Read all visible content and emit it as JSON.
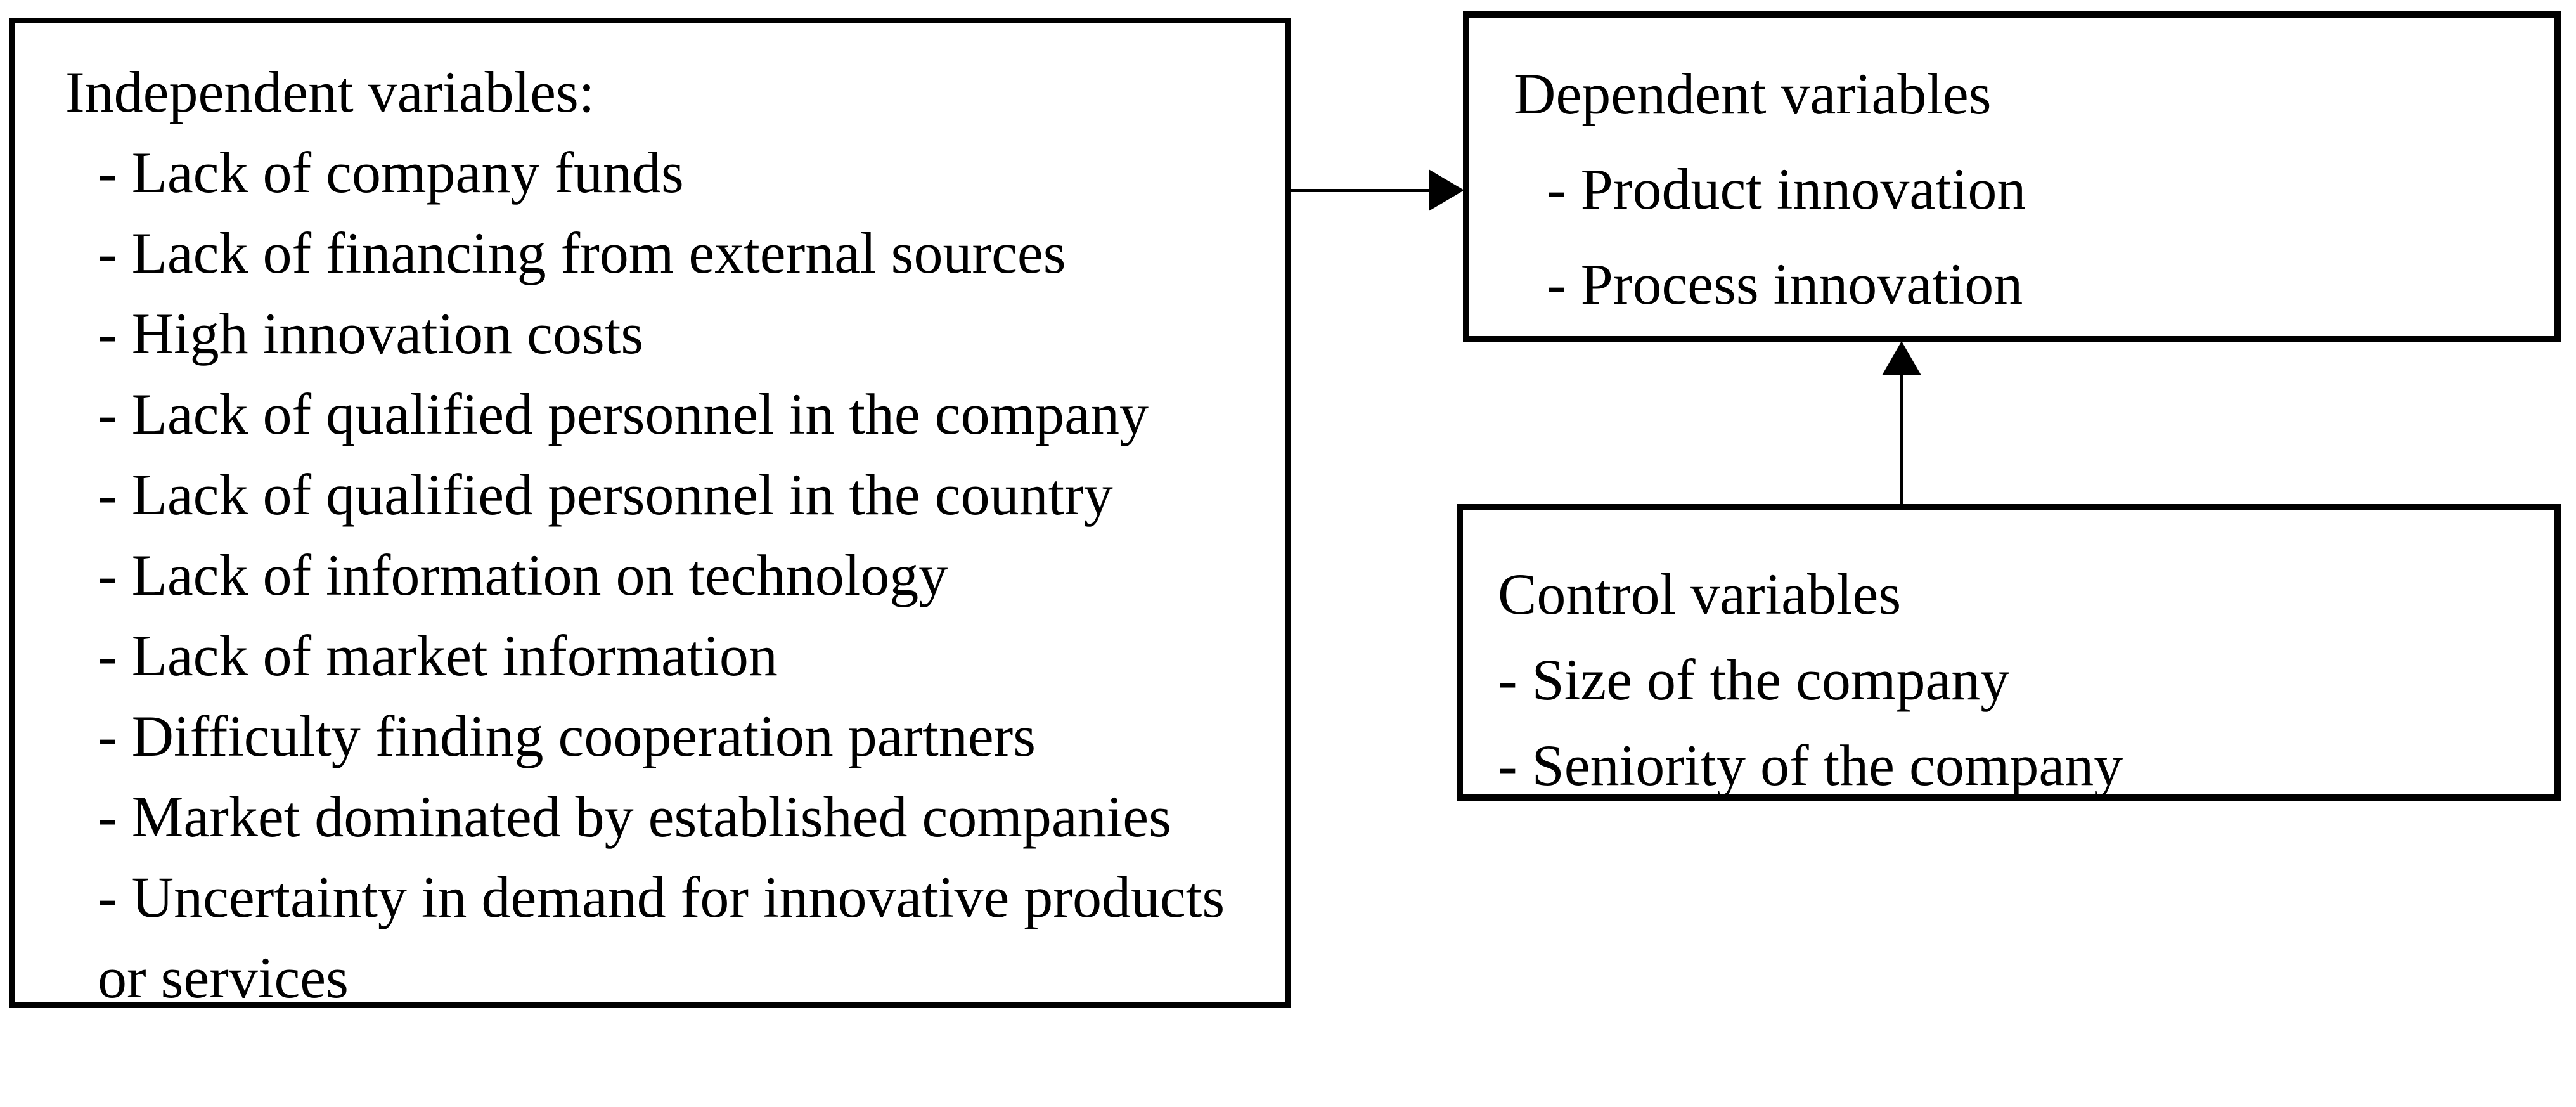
{
  "diagram": {
    "background_color": "#ffffff",
    "line_color": "#000000",
    "text_color": "#000000",
    "independent_box": {
      "title": "Independent variables:",
      "items": [
        "- Lack of company funds",
        "- Lack of financing from external sources",
        "- High innovation costs",
        "- Lack of qualified personnel in the company",
        "- Lack of qualified personnel in the country",
        "- Lack of information on technology",
        "- Lack of market information",
        "- Difficulty finding cooperation partners",
        "- Market dominated by established companies",
        "- Uncertainty in demand for innovative products",
        "or services"
      ]
    },
    "dependent_box": {
      "title": "Dependent variables",
      "items": [
        "- Product innovation",
        "- Process innovation"
      ]
    },
    "control_box": {
      "title": "Control variables",
      "items": [
        "- Size of the company",
        "- Seniority of the company"
      ]
    },
    "arrows": [
      {
        "from": "independent_box",
        "to": "dependent_box",
        "direction": "right"
      },
      {
        "from": "control_box",
        "to": "dependent_box",
        "direction": "up"
      }
    ]
  }
}
